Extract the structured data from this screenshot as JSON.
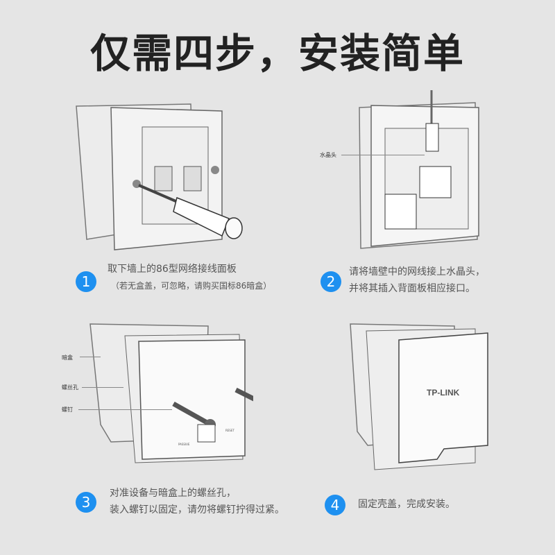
{
  "title": "仅需四步，安装简单",
  "steps": [
    {
      "number": "1",
      "line1": "取下墙上的86型网络接线面板",
      "line2": "（若无盒盖，可忽略，请购买国标86暗盒）"
    },
    {
      "number": "2",
      "line1": "请将墙壁中的网线接上水晶头，",
      "line2": "并将其插入背面板相应接口。",
      "callout": "水晶头"
    },
    {
      "number": "3",
      "line1": "对准设备与暗盒上的螺丝孔，",
      "line2": "装入螺钉以固定，请勿将螺钉拧得过紧。",
      "callouts": [
        "暗盒",
        "螺丝孔",
        "螺钉"
      ],
      "port_labels": [
        "PASSIVE",
        "RESET"
      ]
    },
    {
      "number": "4",
      "line1": "固定壳盖，完成安装。",
      "brand": "TP-LINK"
    }
  ],
  "colors": {
    "accent": "#1e90f0",
    "background": "#e5e5e5"
  }
}
